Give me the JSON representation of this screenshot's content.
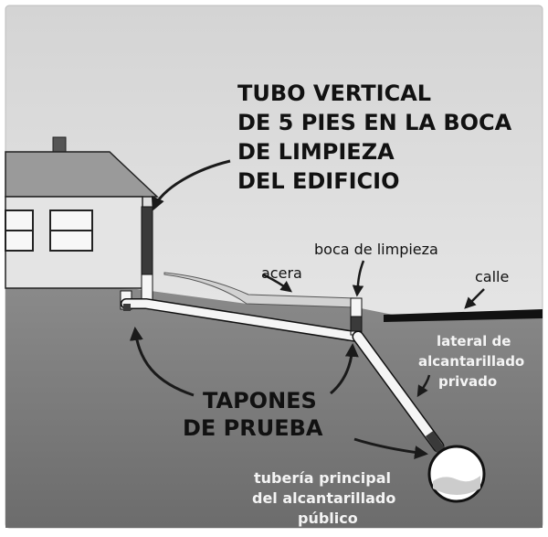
{
  "labels": {
    "title_line1": "TUBO VERTICAL",
    "title_line2": "DE 5 PIES EN LA BOCA",
    "title_line3": "DE LIMPIEZA",
    "title_line4": "DEL EDIFICIO",
    "cleanout": "boca de limpieza",
    "sidewalk": "acera",
    "street": "calle",
    "lateral_line1": "lateral de",
    "lateral_line2": "alcantarillado",
    "lateral_line3": "privado",
    "plugs_line1": "TAPONES",
    "plugs_line2": "DE PRUEBA",
    "main_line1": "tubería principal",
    "main_line2": "del alcantarillado",
    "main_line3": "público"
  },
  "colors": {
    "sky": "#e6e6e6",
    "ground": "#7a7a7a",
    "house": "#e2e2e2",
    "roof": "#9a9a9a",
    "pipe": "#f5f5f5",
    "outline": "#1a1a1a",
    "street": "#111111",
    "sidewalk": "#cfcfcf"
  }
}
